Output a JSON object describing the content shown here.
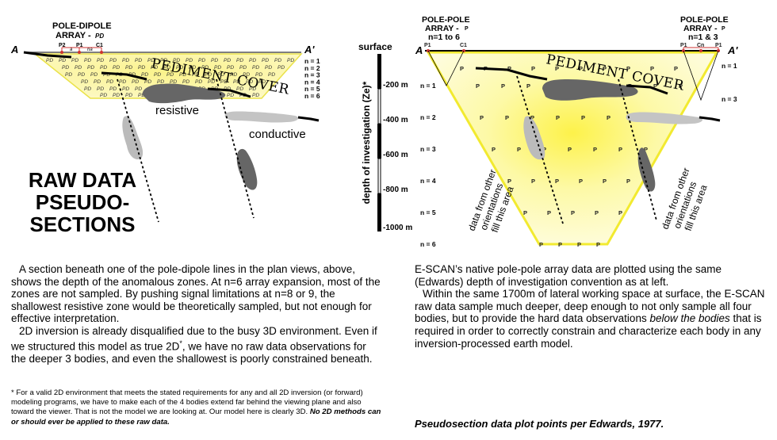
{
  "left_panel": {
    "array_title_line1": "POLE-DIPOLE",
    "array_title_line2": "ARRAY -",
    "array_symbol": "PD",
    "electrodes": [
      "P2",
      "a",
      "P1",
      "na",
      "C1"
    ],
    "section_end_left": "A",
    "section_end_right": "A'",
    "cover_label": "PEDIMENT COVER",
    "point_label": "PD",
    "n_levels": [
      "n = 1",
      "n = 2",
      "n = 3",
      "n = 4",
      "n = 5",
      "n = 6"
    ],
    "body_resistive": "resistive",
    "body_conductive": "conductive",
    "big_title": [
      "RAW DATA",
      "PSEUDO-",
      "SECTIONS"
    ]
  },
  "depth_scale": {
    "top_label": "surface",
    "axis_title": "depth of investigation (Ze)*",
    "ticks": [
      "-200 m",
      "-400 m",
      "-600 m",
      "-800 m",
      "-1000 m"
    ]
  },
  "right_panel": {
    "array_left_line1": "POLE-POLE",
    "array_left_line2": "ARRAY -",
    "array_left_line3": "n=1 to 6",
    "array_right_line1": "POLE-POLE",
    "array_right_line2": "ARRAY -",
    "array_right_line3": "n=1 & 3",
    "array_symbol": "P",
    "electrodes_left": [
      "P1",
      "C1"
    ],
    "electrodes_right": [
      "P1",
      "Cn",
      "P1"
    ],
    "section_end_left": "A",
    "section_end_right": "A'",
    "cover_label": "PEDIMENT COVER",
    "point_label": "P",
    "n_levels": [
      "n = 1",
      "n = 2",
      "n = 3",
      "n = 4",
      "n = 5",
      "n = 6"
    ],
    "n_right": [
      "n = 1",
      "n = 3"
    ],
    "note_left": [
      "data from other",
      "orientations",
      "fill this area"
    ],
    "note_right": [
      "data from other",
      "orientations",
      "fill this area"
    ]
  },
  "text_left": {
    "p1": "A section beneath one of the pole-dipole lines in the plan views, above, shows the depth of the anomalous zones. At n=6 array expansion, most of the zones are not sampled. By pushing signal limitations at n=8 or 9, the shallowest resistive zone would be theoretically sampled, but not enough for effective interpretation.",
    "p2a": "2D inversion is already disqualified due to the busy 3D environment.  Even if we structured this model as true 2D",
    "p2_sup": "*",
    "p2b": ", we have no raw data observations for the deeper 3 bodies, and even the shallowest is poorly constrained beneath."
  },
  "footnote": {
    "mark": "*",
    "text": " For a valid 2D environment that meets the stated requirements for any and all 2D inversion (or forward) modeling programs, we have to make each of the 4 bodies extend far behind the viewing plane and also toward the viewer.  That is not the model we are looking at. Our model here is clearly 3D.  ",
    "bold": "No 2D methods can or should ever be applied to these raw data."
  },
  "text_right": {
    "p1": "E-SCAN’s native pole-pole array data are plotted using the same (Edwards) depth of investigation convention as at left.",
    "p2a": "Within the same 1700m of lateral working space at surface, the E-SCAN raw data sample much deeper, deep enough to not only sample all four bodies, but to provide the hard data observations ",
    "p2_italic": "below the bodies",
    "p2b": " that is required in order to correctly constrain and characterize each body in any inversion-processed earth model."
  },
  "caption": "Pseudosection data plot points per Edwards, 1977."
}
